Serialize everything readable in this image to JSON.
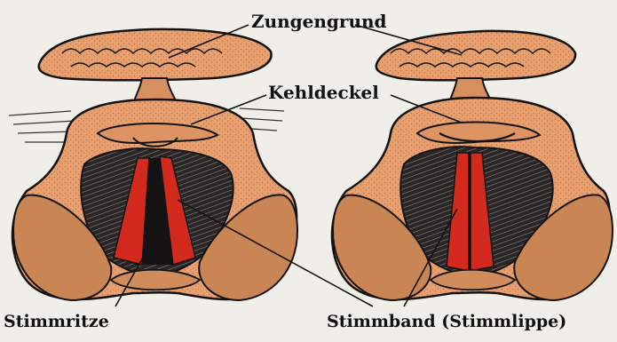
{
  "figure": {
    "colors": {
      "paper": "#f0eee8",
      "tissue": "#e8a070",
      "tissue_dark": "#c97d4c",
      "ink": "#141414",
      "cord": "#d42a1e",
      "glottis": "#1a1717"
    },
    "labels": {
      "zungengrund": "Zungengrund",
      "kehldeckel": "Kehldeckel",
      "stimmritze": "Stimmritze",
      "stimmband": "Stimmband (Stimmlippe)"
    },
    "panels": [
      {
        "name": "larynx-open",
        "state": "open"
      },
      {
        "name": "larynx-closed",
        "state": "closed"
      }
    ]
  }
}
